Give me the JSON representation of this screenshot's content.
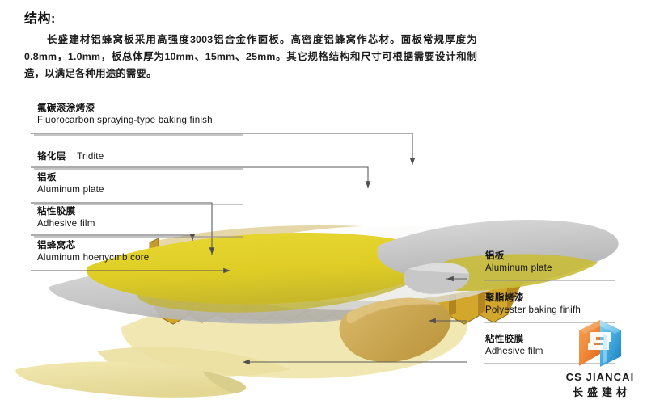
{
  "header": {
    "title": "结构:",
    "paragraph": "长盛建材铝蜂窝板采用高强度3003铝合金作面板。高密度铝蜂窝作芯材。面板常规厚度为0.8mm，1.0mm，板总体厚为10mm、15mm、25mm。其它规格结构和尺寸可根据需要设计和制造，以满足各种用途的需要。"
  },
  "callouts": {
    "left": [
      {
        "cn": "氟碳滚涂烤漆",
        "en": "Fluorocarbon spraying-type baking finish"
      },
      {
        "cn": "铬化层",
        "en": "Tridite"
      },
      {
        "cn": "铝板",
        "en": "Aluminum plate"
      },
      {
        "cn": "粘性胶膜",
        "en": "Adhesive film"
      },
      {
        "cn": "铝蜂窝芯",
        "en": "Aluminum hoenycmb core"
      }
    ],
    "right": [
      {
        "cn": "铝板",
        "en": "Aluminum plate"
      },
      {
        "cn": "聚脂烤漆",
        "en": "Polyester baking finifh"
      },
      {
        "cn": "粘性胶膜",
        "en": "Adhesive film"
      }
    ]
  },
  "logo": {
    "latin": "CS JIANCAI",
    "chinese": "长盛建材"
  },
  "colors": {
    "yellow_coating": "#E3D22B",
    "olive_shadow": "#C8BC37",
    "white_sheet": "#FAFAF8",
    "gray_plate": "#C9C9C9",
    "gray_plate_dark": "#AFAFAF",
    "honeycomb_face": "#D3A62C",
    "honeycomb_side": "#B98A22",
    "honeycomb_top": "#E8D9A4",
    "honeycomb_dark": "#6E4B1E",
    "adhesive_pale": "#EDE4A8",
    "tan_sheet": "#CBA755",
    "leader_line": "#5A5A5A",
    "logo_orange": "#F08A3C",
    "logo_blue": "#3FA9E0",
    "text": "#141414"
  }
}
